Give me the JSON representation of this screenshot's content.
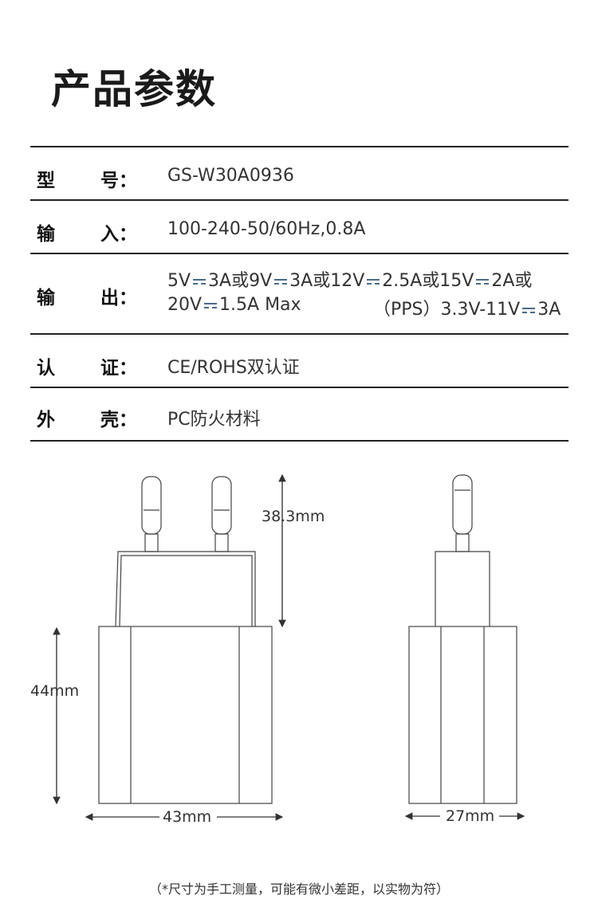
{
  "title": "产品参数",
  "specs": [
    {
      "k1": "型",
      "k2": "号：",
      "value": "GS-W30A0936"
    },
    {
      "k1": "输",
      "k2": "入：",
      "value": "100-240-50/60Hz,0.8A"
    },
    {
      "k1": "输",
      "k2": "出：",
      "line1": [
        "5V",
        "3A或9V",
        "3A或12V",
        "2.5A或15V",
        "2A或"
      ],
      "line2a": [
        "20V",
        "1.5A Max"
      ],
      "line2b": [
        "（PPS）3.3V-11V",
        "3A"
      ]
    },
    {
      "k1": "认",
      "k2": "证：",
      "value": "CE/ROHS双认证"
    },
    {
      "k1": "外",
      "k2": "壳：",
      "value": "PC防火材料"
    }
  ],
  "dimensions": {
    "plug_length": "38.3mm",
    "height": "44mm",
    "width": "43mm",
    "depth": "27mm"
  },
  "footnote": "（*尺寸为手工测量，可能有微小差距，以实物为符）"
}
